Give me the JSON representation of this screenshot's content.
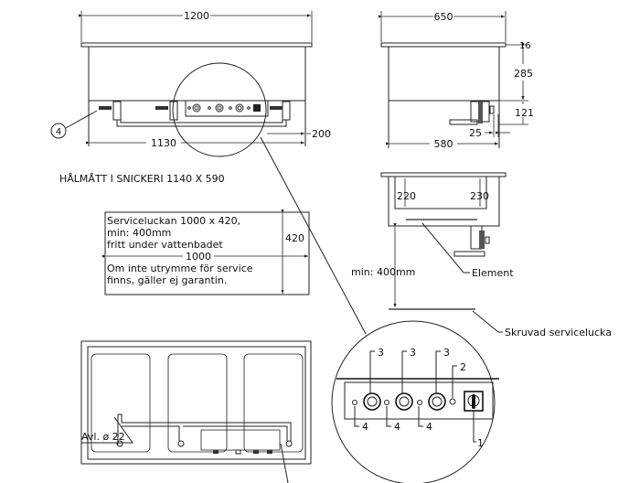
{
  "front_view": {
    "width_top": "1200",
    "width_bottom": "1130",
    "offset_right": "200",
    "callout_4": "4",
    "cutout_text": "HÅLMÅTT I SNICKERI 1140 X 590"
  },
  "side_view": {
    "width_top": "650",
    "width_bottom": "580",
    "plate_thickness": "16",
    "body_height": "285",
    "under_height": "121",
    "bracket_offset": "25"
  },
  "section_view": {
    "depth_left": "220",
    "depth_right": "230",
    "element_label": "Element",
    "min_clearance": "min: 400mm",
    "service_hatch_label": "Skruvad servicelucka"
  },
  "note_box": {
    "line1": "Serviceluckan 1000 x 420,",
    "line2": "min: 400mm",
    "line3": "fritt under vattenbadet",
    "width_dim": "1000",
    "height_dim": "420",
    "line4": "Om inte utrymme för service",
    "line5": "finns, gäller ej garantin."
  },
  "plan_view": {
    "drain_label": "Avl. ø 22"
  },
  "detail_view": {
    "callouts": [
      "3",
      "3",
      "3",
      "2",
      "4",
      "4",
      "4",
      "1"
    ]
  }
}
